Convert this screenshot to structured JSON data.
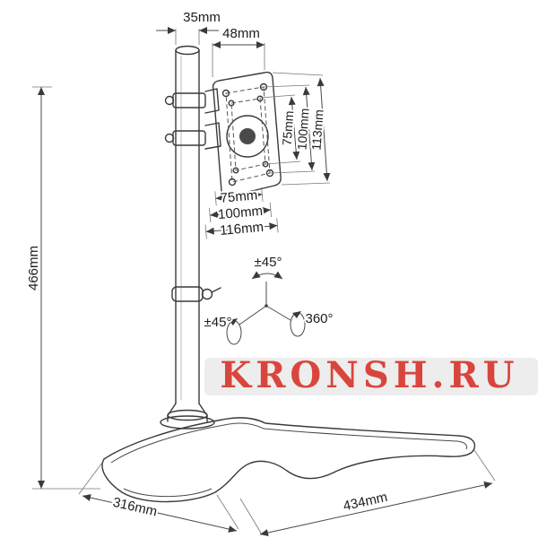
{
  "watermark": {
    "text": "KRONSH.RU",
    "band_color": "#ebebeb",
    "text_color": "#d9453c"
  },
  "dimensions": {
    "pole_diameter": "35mm",
    "bracket_width": "48mm",
    "height": "466mm",
    "base_depth": "316mm",
    "base_width": "434mm",
    "vesa_right": {
      "inner": "75mm",
      "middle": "100mm",
      "outer": "113mm"
    },
    "vesa_bottom": {
      "inner": "75mm",
      "middle": "100mm",
      "outer": "116mm"
    }
  },
  "rotation": {
    "tilt": "±45°",
    "pivot": "±45°",
    "swivel": "360°"
  }
}
